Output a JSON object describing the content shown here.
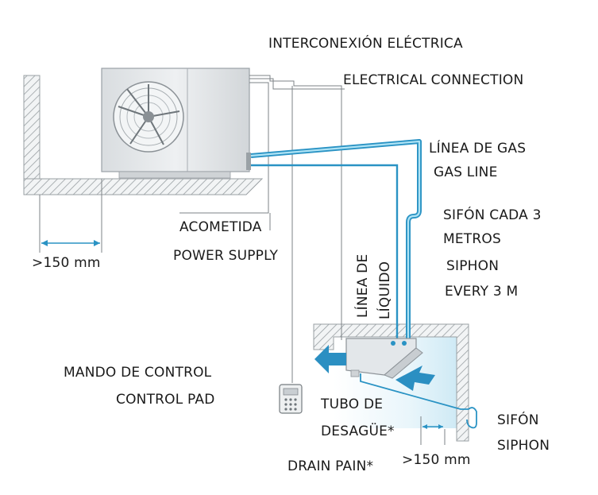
{
  "labels": {
    "interconexion": "INTERCONEXIÓN ELÉCTRICA",
    "electrical": "ELECTRICAL CONNECTION",
    "linea_gas": "LÍNEA DE GAS",
    "gas_line": "GAS LINE",
    "sifon_cada": "SIFÓN CADA 3",
    "metros": "METROS",
    "siphon_every": "SIPHON",
    "every_3m": "EVERY 3 M",
    "acometida": "ACOMETIDA",
    "power_supply": "POWER SUPPLY",
    "dist_left": ">150 mm",
    "linea_de": "LÍNEA DE",
    "liquido": "LÍQUIDO",
    "mando": "MANDO DE CONTROL",
    "control_pad": "CONTROL PAD",
    "tubo_de": "TUBO DE",
    "desague": "DESAGÜE*",
    "drain_pain": "DRAIN PAIN*",
    "sifon": "SIFÓN",
    "siphon": "SIPHON",
    "dist_right": ">150 mm"
  },
  "colors": {
    "pipe": "#2a93c4",
    "pipe_light": "#aee3f5",
    "hatch": "#9aa0a4",
    "wall_fill": "#dfe3e6",
    "arrow": "#2b8fc2",
    "unit_body": "#e9ecee",
    "unit_edge": "#9aa1a6"
  }
}
